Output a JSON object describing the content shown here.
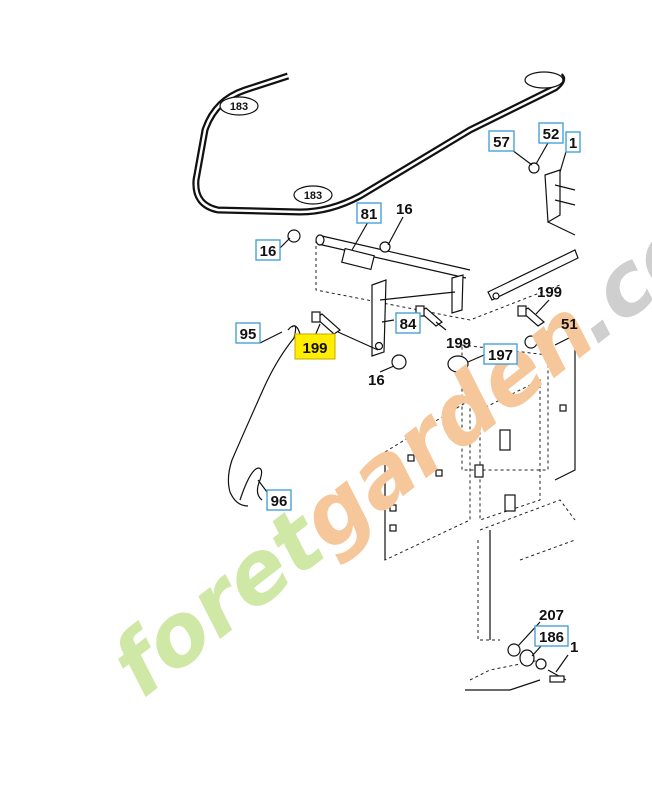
{
  "belt_labels": [
    "183",
    "183"
  ],
  "callouts": {
    "c57": "57",
    "c52": "52",
    "c1_top": "1",
    "c81": "81",
    "c16_left": "16",
    "c16_mid": "16",
    "c16_bottom": "16",
    "c95": "95",
    "c199_highlight": "199",
    "c84": "84",
    "c199_mid": "199",
    "c197": "197",
    "c199_right": "199",
    "c51": "51",
    "c96": "96",
    "c207": "207",
    "c186": "186",
    "c1_bottom": "1"
  },
  "watermark": {
    "part1": "foret",
    "part2": "garden",
    "part3": ".com"
  },
  "colors": {
    "highlight": "#ffee00",
    "callout_border": "#3a9bd6",
    "watermark_green": "#cfe8a6",
    "watermark_orange": "#f6c79a",
    "watermark_grey": "#cfcfcf"
  }
}
